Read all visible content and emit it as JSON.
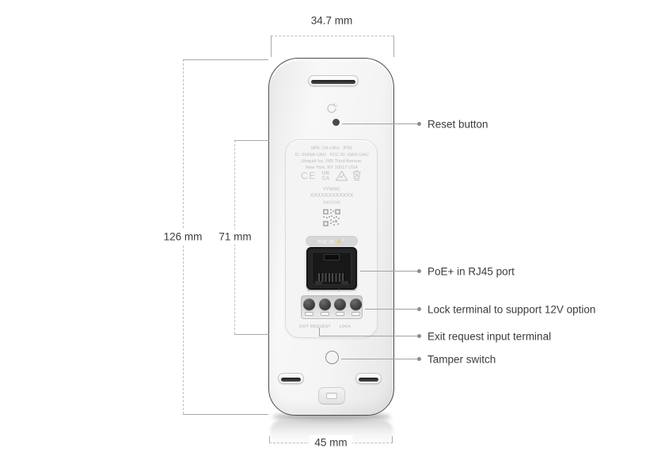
{
  "dimensions": {
    "top_width": "34.7 mm",
    "height": "126 mm",
    "panel_height": "71 mm",
    "bottom_width": "45 mm"
  },
  "callouts": [
    {
      "label": "Reset button"
    },
    {
      "label": "PoE+ in RJ45 port"
    },
    {
      "label": "Lock terminal to support 12V option"
    },
    {
      "label": "Exit request input terminal"
    },
    {
      "label": "Tamper switch"
    }
  ],
  "device_label": {
    "regulatory": [
      "M/N: UA-Ultra   IP55",
      "IC: 6545A-UAU   FCC ID: SWX-UAU",
      "Ubiquiti Inc. 685 Third Avenue,",
      "New York, NY 10017 USA"
    ],
    "marks": {
      "ce": "CE",
      "uk": "UK",
      "ca": "CA"
    },
    "serial": [
      "YYWWC",
      "XXXXXXXXXXXX",
      "XXXXXX"
    ],
    "poe_badge": {
      "label": "PoE IN",
      "bolt": "⚡",
      "plus": "+"
    },
    "terminal_symbols": [
      "+",
      "−",
      "+",
      "−"
    ],
    "terminal_labels": [
      "EXIT REQUEST",
      "LOCK"
    ]
  },
  "colors": {
    "background": "#ffffff",
    "device_body": "#f4f4f5",
    "device_outline": "#4b4b4b",
    "annotation_text": "#3c3c3c",
    "dimension_line": "#a9a9a9",
    "label_print": "#b8bbbd",
    "port_black": "#181818"
  }
}
